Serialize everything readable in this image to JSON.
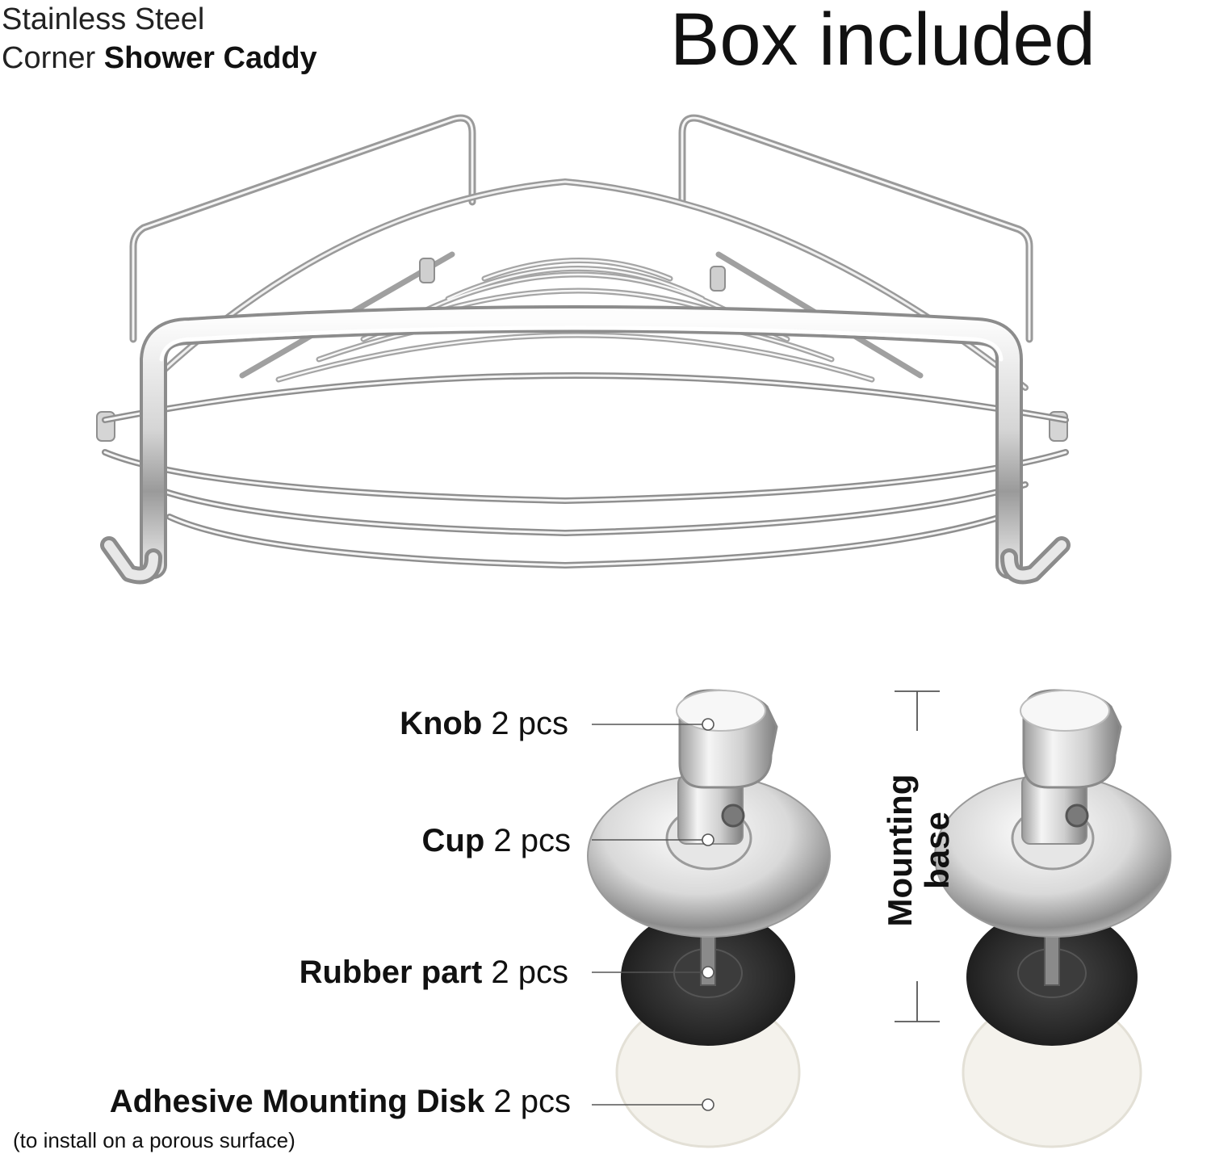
{
  "product_title": {
    "line1": "Stainless Steel",
    "line2_regular": "Corner",
    "line2_bold": "Shower Caddy"
  },
  "box_heading": "Box included",
  "parts": [
    {
      "name": "Knob",
      "qty": "2 pcs"
    },
    {
      "name": "Cup",
      "qty": "2 pcs"
    },
    {
      "name": "Rubber part",
      "qty": "2 pcs"
    },
    {
      "name": "Adhesive Mounting Disk",
      "qty": "2 pcs"
    }
  ],
  "adhesive_note": "(to install on a porous surface)",
  "mounting_base_label": {
    "line1": "Mounting",
    "line2": "base"
  },
  "colors": {
    "chrome_light": "#f2f2f2",
    "chrome_dark": "#8a8a8a",
    "rubber": "#2a2a2a",
    "disk": "#f3f1ea",
    "leader": "#555555"
  }
}
